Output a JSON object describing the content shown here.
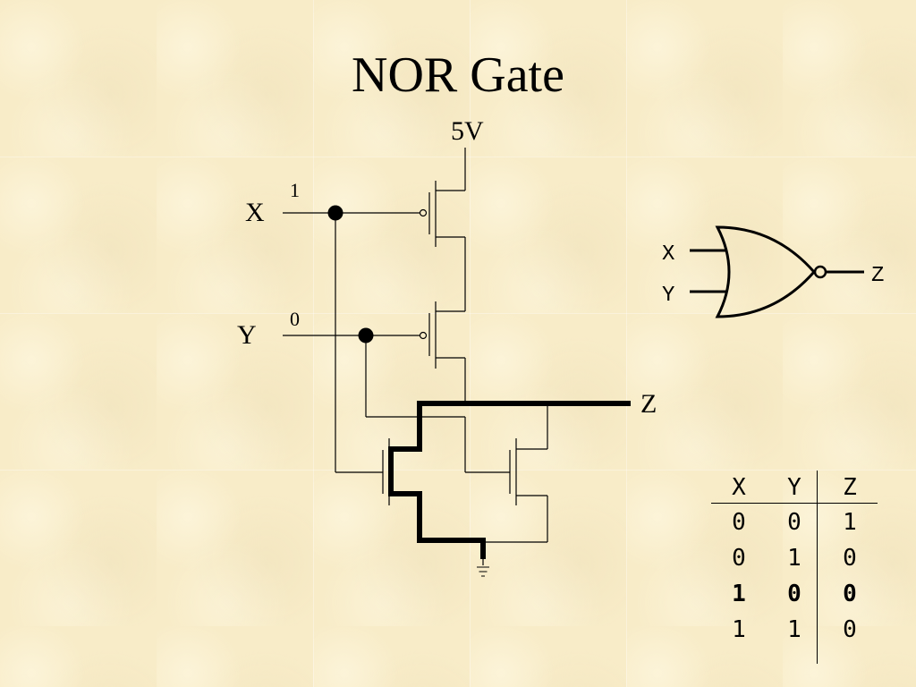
{
  "title": "NOR Gate",
  "circuit": {
    "supply_label": "5V",
    "input_x": {
      "name": "X",
      "value": "1"
    },
    "input_y": {
      "name": "Y",
      "value": "0"
    },
    "output_name": "Z"
  },
  "gate_symbol": {
    "input_x": "X",
    "input_y": "Y",
    "output": "Z"
  },
  "truth_table": {
    "headers": [
      "X",
      "Y",
      "Z"
    ],
    "rows": [
      [
        "0",
        "0",
        "1"
      ],
      [
        "0",
        "1",
        "0"
      ],
      [
        "1",
        "0",
        "0"
      ],
      [
        "1",
        "1",
        "0"
      ]
    ],
    "highlighted_row": 2
  }
}
